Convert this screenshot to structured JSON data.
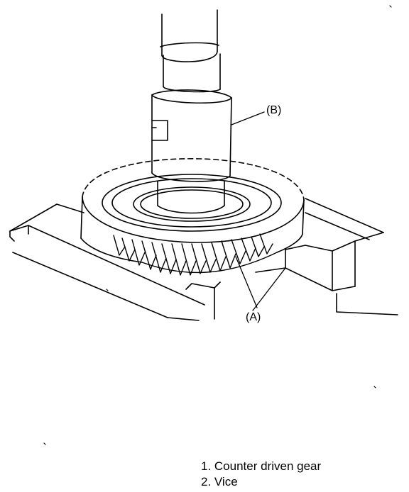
{
  "figure": {
    "callouts": {
      "b": "(B)",
      "a": "(A)"
    },
    "legend": [
      "1. Counter driven gear",
      "2. Vice"
    ]
  }
}
